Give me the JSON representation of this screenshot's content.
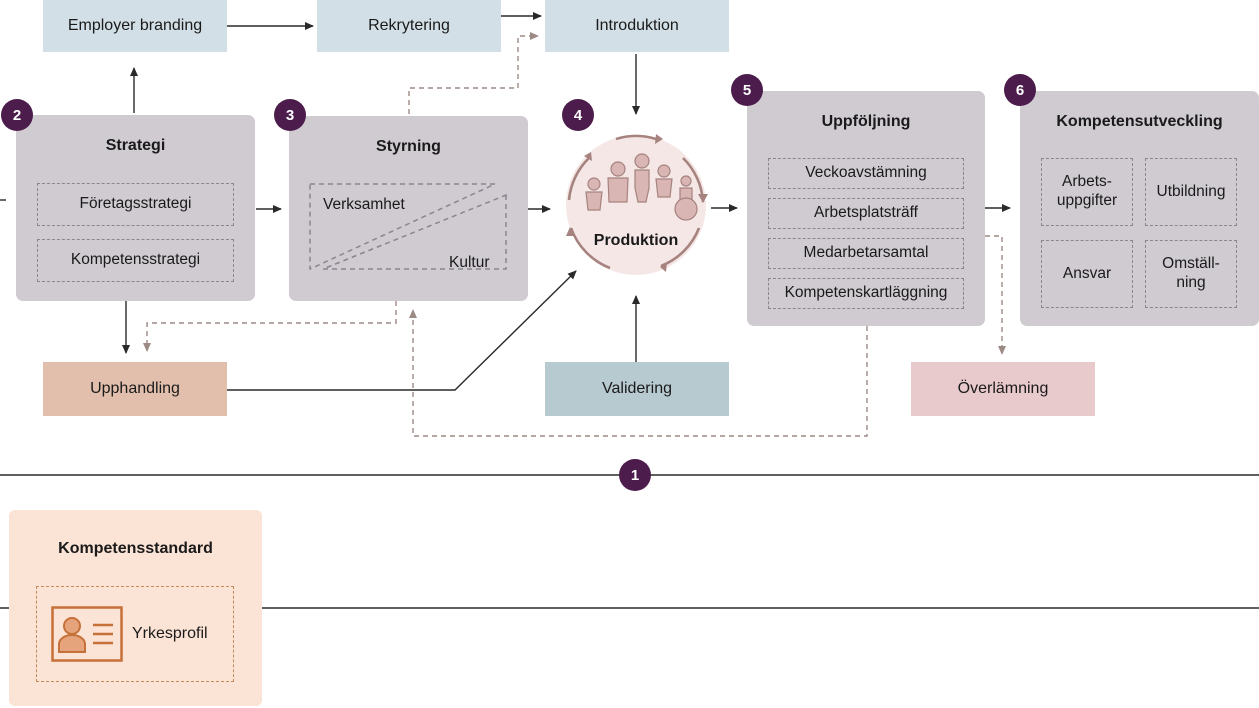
{
  "top_boxes": {
    "employer_branding": "Employer branding",
    "rekrytering": "Rekrytering",
    "introduktion": "Introduktion"
  },
  "badges": [
    "1",
    "2",
    "3",
    "4",
    "5",
    "6"
  ],
  "strategi": {
    "title": "Strategi",
    "items": [
      "Företagsstrategi",
      "Kompetensstrategi"
    ]
  },
  "styrning": {
    "title": "Styrning",
    "items": [
      "Verksamhet",
      "Kultur"
    ]
  },
  "produktion": {
    "label": "Produktion",
    "icon": "people-group-icon"
  },
  "uppfoljning": {
    "title": "Uppföljning",
    "items": [
      "Veckoavstämning",
      "Arbetsplatsträff",
      "Medarbetarsamtal",
      "Kompetenskartläggning"
    ]
  },
  "kompetensutveckling": {
    "title": "Kompetensutveckling",
    "items": [
      "Arbets-\nuppgifter",
      "Utbildning",
      "Ansvar",
      "Omställ-\nning"
    ]
  },
  "bottom_boxes": {
    "upphandling": "Upphandling",
    "validering": "Validering",
    "overlamning": "Överlämning"
  },
  "kompetensstandard": {
    "title": "Kompetensstandard",
    "item": "Yrkesprofil",
    "icon": "id-card-icon"
  },
  "colors": {
    "badge": "#4c1d4c",
    "panel": "#cfcbd1",
    "top_box": "#d3dfe7",
    "validering": "#b7cad0",
    "upphandling": "#e2bfac",
    "overlamning": "#e8c9cc",
    "standard_bg": "#fbe3d5",
    "icon_orange": "#c6703a",
    "dashed_arrow": "#9c8a85"
  }
}
